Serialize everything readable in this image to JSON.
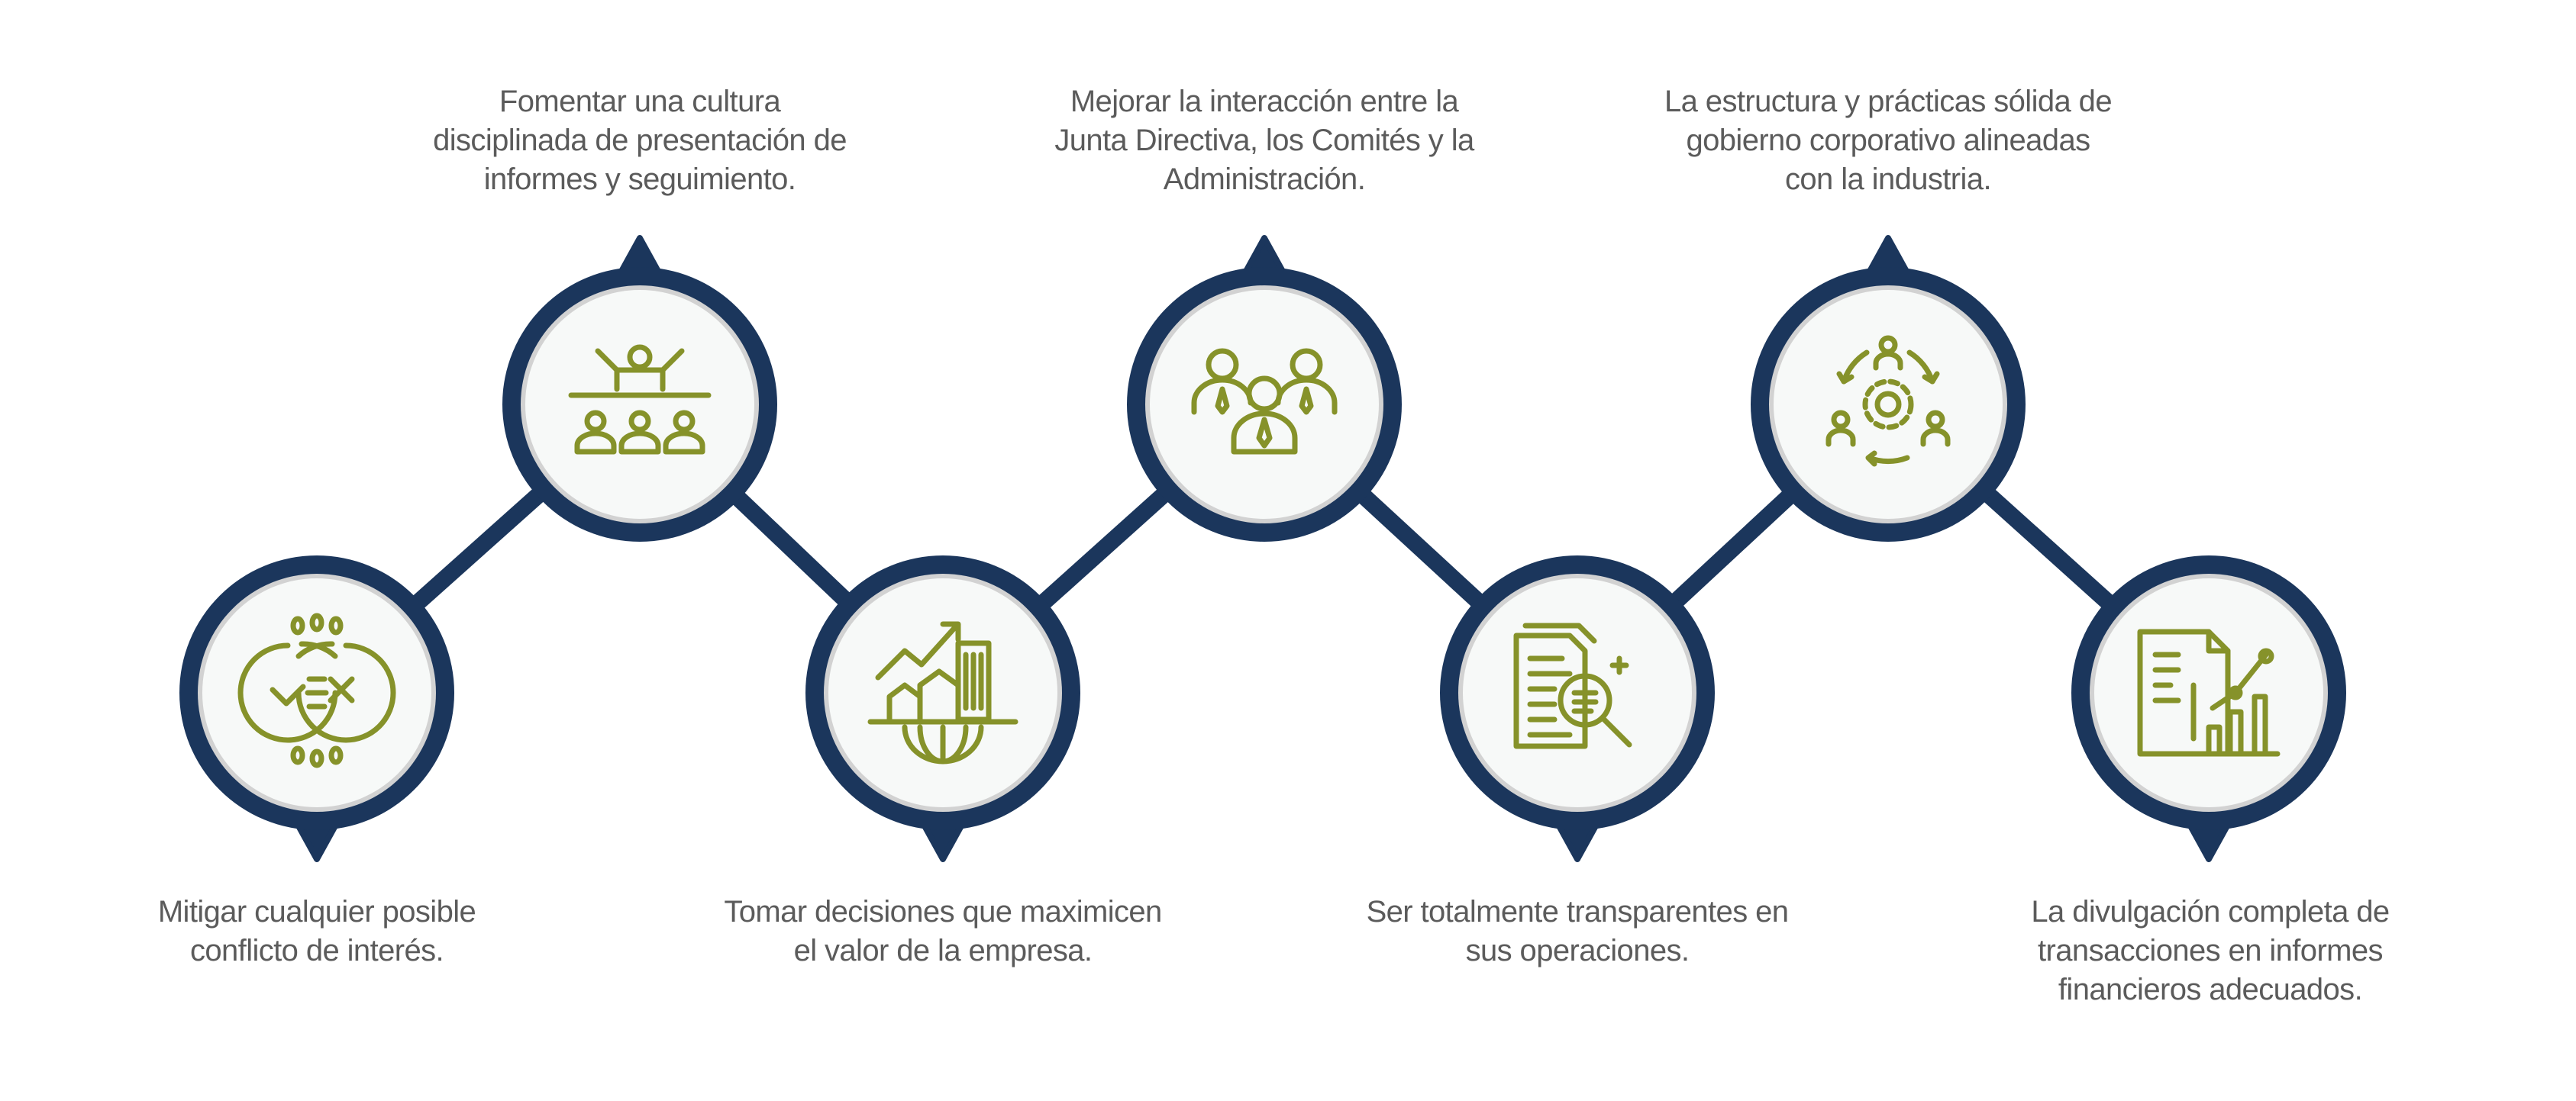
{
  "colors": {
    "ring": "#1b365c",
    "inner_fill": "#f7f9f8",
    "inner_border": "#d2d2d2",
    "icon": "#86922a",
    "text": "#5b5b5b"
  },
  "steps": [
    {
      "icon": "conflict-of-interest-icon",
      "position": "bottom",
      "lines": [
        "Mitigar cualquier posible",
        "conflicto de interés."
      ]
    },
    {
      "icon": "presenter-audience-icon",
      "position": "top",
      "lines": [
        "Fomentar una cultura",
        "disciplinada de presentación de",
        "informes y seguimiento."
      ]
    },
    {
      "icon": "business-growth-icon",
      "position": "bottom",
      "lines": [
        "Tomar decisiones que maximicen",
        "el valor de la empresa."
      ]
    },
    {
      "icon": "team-icon",
      "position": "top",
      "lines": [
        "Mejorar la interacción entre la",
        "Junta Directiva, los Comités y la",
        "Administración."
      ]
    },
    {
      "icon": "document-search-icon",
      "position": "bottom",
      "lines": [
        "Ser totalmente transparentes en",
        "sus operaciones."
      ]
    },
    {
      "icon": "governance-cycle-icon",
      "position": "top",
      "lines": [
        "La estructura y prácticas sólida de",
        "gobierno corporativo alineadas",
        "con la industria."
      ]
    },
    {
      "icon": "financial-report-icon",
      "position": "bottom",
      "lines": [
        "La divulgación completa de",
        "transacciones en informes",
        "financieros adecuados."
      ]
    }
  ]
}
